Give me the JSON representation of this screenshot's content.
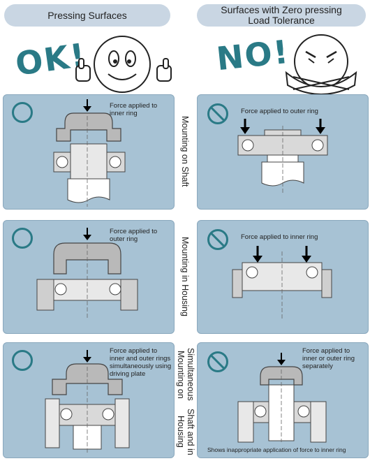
{
  "headers": {
    "left": "Pressing Surfaces",
    "right_line1": "Surfaces with Zero pressing",
    "right_line2": "Load Tolerance"
  },
  "verdicts": {
    "ok": "OK!",
    "no": "NO!"
  },
  "rows": [
    {
      "side_label_line1": "Mounting on Shaft",
      "side_label_line2": "",
      "ok_caption": [
        "Force applied to",
        "inner ring"
      ],
      "no_caption": [
        "Force applied to outer ring"
      ]
    },
    {
      "side_label_line1": "Mounting in Housing",
      "side_label_line2": "",
      "ok_caption": [
        "Force applied to",
        "outer ring"
      ],
      "no_caption": [
        "Force applied to inner ring"
      ]
    },
    {
      "side_label_line1": "Simultaneous Mounting on",
      "side_label_line2": "Shaft and in Housing",
      "ok_caption": [
        "Force applied to",
        "inner and outer rings",
        "simultaneously using",
        "driving plate"
      ],
      "no_caption": [
        "Force applied to",
        "inner or outer ring",
        "separately"
      ],
      "no_note": "Shows inappropriate application of force to inner ring"
    }
  ],
  "colors": {
    "accent": "#2a7a86",
    "panel": "#a7c2d4",
    "header": "#c9d6e3",
    "part": "#c8c8c8"
  },
  "icons": {
    "ok_sign": "circle-ok-icon",
    "no_sign": "prohibited-icon",
    "force": "down-arrow-icon"
  }
}
